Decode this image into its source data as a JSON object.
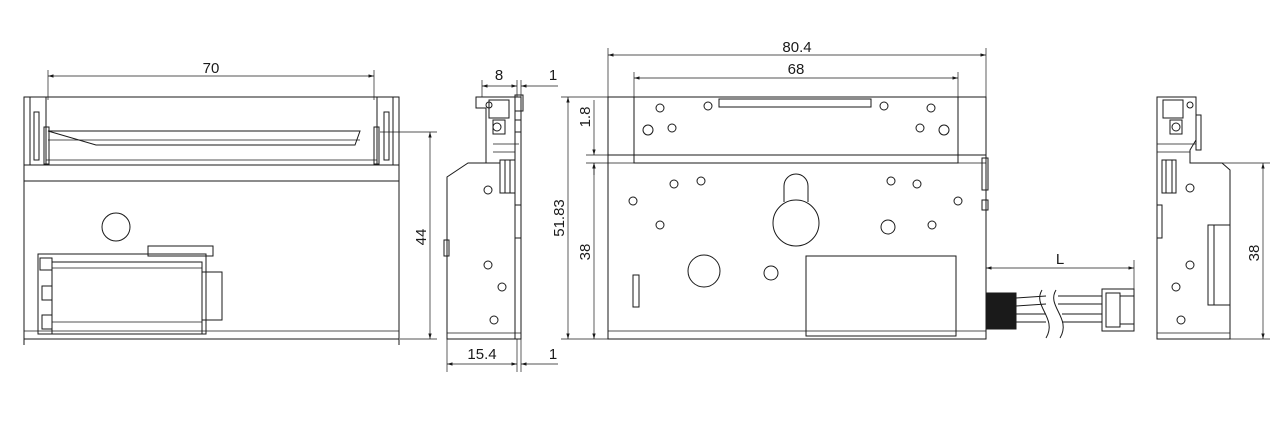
{
  "drawing": {
    "dimensions": {
      "front_width": "70",
      "front_height": "44",
      "side_top_width": "8",
      "side_top_small": "1",
      "side_bottom_width": "15.4",
      "side_bottom_small": "1",
      "top_overall_width": "80.4",
      "top_inner_width": "68",
      "top_offset": "1.8",
      "overall_height": "51.83",
      "body_height": "38",
      "cable_length": "L",
      "right_height": "38"
    },
    "colors": {
      "line": "#1a1a1a",
      "background": "#ffffff"
    }
  }
}
